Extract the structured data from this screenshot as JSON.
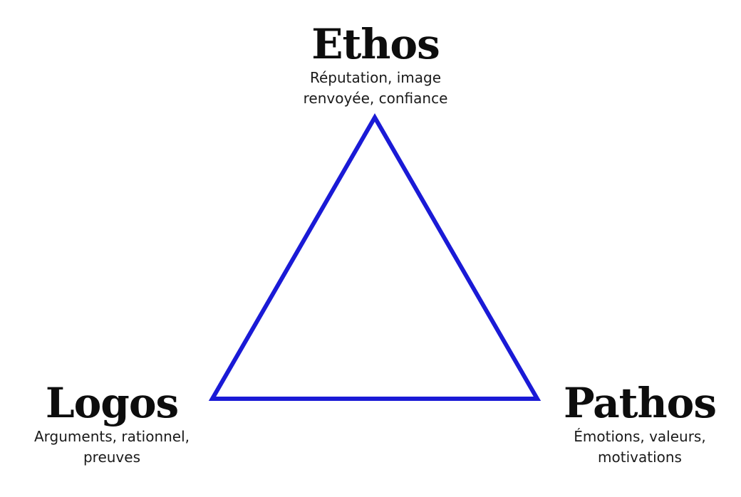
{
  "triangle": {
    "stroke_color": "#1a1ad6"
  },
  "ethos": {
    "title": "Ethos",
    "desc_line1": "Réputation, image",
    "desc_line2": "renvoyée, confiance"
  },
  "logos": {
    "title": "Logos",
    "desc_line1": "Arguments, rationnel,",
    "desc_line2": "preuves"
  },
  "pathos": {
    "title": "Pathos",
    "desc_line1": "Émotions, valeurs,",
    "desc_line2": "motivations"
  }
}
